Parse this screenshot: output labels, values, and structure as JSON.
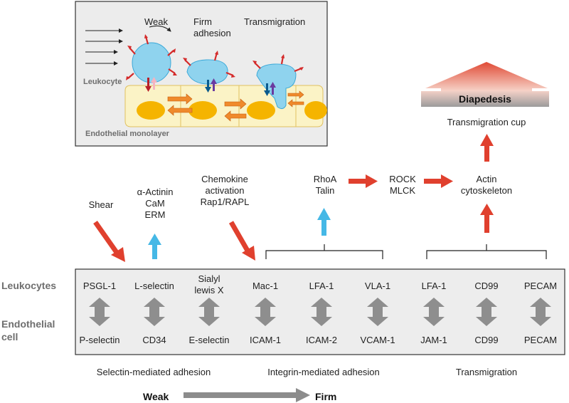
{
  "inset": {
    "stages": [
      "Weak",
      "Firm adhesion",
      "Transmigration"
    ],
    "leukocyte_label": "Leukocyte",
    "monolayer_label": "Endothelial monolayer"
  },
  "pathway": {
    "stimuli": [
      "Shear",
      "α-Actinin CaM ERM",
      "Chemokine activation Rap1/RAPL"
    ],
    "rhoa_talin": "RhoA Talin",
    "rock_mlck": "ROCK MLCK",
    "actin": "Actin cytoskeleton",
    "cup": "Transmigration cup",
    "diapedesis": "Diapedesis"
  },
  "table": {
    "row_labels": [
      "Leukocytes",
      "Endothelial cell"
    ],
    "leukocytes": [
      "PSGL-1",
      "L-selectin",
      "Sialyl lewis X",
      "Mac-1",
      "LFA-1",
      "VLA-1",
      "LFA-1",
      "CD99",
      "PECAM"
    ],
    "endothelial": [
      "P-selectin",
      "CD34",
      "E-selectin",
      "ICAM-1",
      "ICAM-2",
      "VCAM-1",
      "JAM-1",
      "CD99",
      "PECAM"
    ]
  },
  "groups": [
    "Selectin-mediated adhesion",
    "Integrin-mediated adhesion",
    "Transmigration"
  ],
  "scale": {
    "weak": "Weak",
    "firm": "Firm"
  },
  "colors": {
    "red": "#e0402e",
    "blue": "#45b8e6",
    "cell": "#fbf3c6",
    "nucleus": "#f5b400",
    "leukocyte": "#8fd3ee",
    "panel": "#ededed"
  }
}
